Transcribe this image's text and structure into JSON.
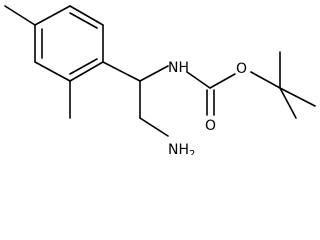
{
  "molecule": {
    "labels": {
      "nh": "NH",
      "o_ester": "O",
      "o_carbonyl": "O",
      "nh2": "NH",
      "nh2_subscript": "2"
    }
  },
  "colors": {
    "bond": "#000000",
    "background": "#ffffff"
  }
}
